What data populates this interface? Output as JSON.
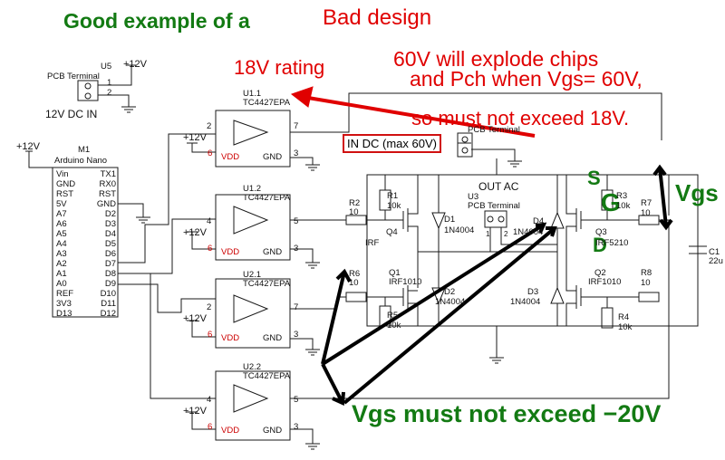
{
  "annotations": {
    "good_example": "Good example of a",
    "bad_design": "Bad design",
    "rating_18v": "18V rating",
    "explode_line1": "60V will explode chips",
    "explode_line2": "and Pch when Vgs= 60V,",
    "explode_line3": "so must not exceed 18V.",
    "in_dc_label": "IN DC (max 60V)",
    "s_label": "S",
    "g_label": "G",
    "d_label": "D",
    "vgs_right": "Vgs",
    "vgs_bottom": "Vgs must not exceed −20V"
  },
  "colors": {
    "annotation_green": "#137a13",
    "annotation_red": "#e00000",
    "warning_box": "#d01010"
  },
  "u5": {
    "ref": "U5",
    "type": "PCB Terminal",
    "pin1": "1",
    "pin2": "2",
    "supply": "+12V",
    "caption": "12V DC IN"
  },
  "m1": {
    "ref": "M1",
    "name": "Arduino Nano",
    "supply": "+12V",
    "left_pins": [
      "Vin",
      "GND",
      "RST",
      "5V",
      "A7",
      "A6",
      "A5",
      "A4",
      "A3",
      "A2",
      "A1",
      "A0",
      "REF",
      "3V3",
      "D13"
    ],
    "right_pins": [
      "TX1",
      "RX0",
      "RST",
      "GND",
      "D2",
      "D3",
      "D4",
      "D5",
      "D6",
      "D7",
      "D8",
      "D9",
      "D10",
      "D11",
      "D12"
    ]
  },
  "drivers": [
    {
      "ref": "U1.1",
      "type": "TC4427EPA",
      "in_pin": "2",
      "out_pin": "7",
      "vdd_pin": "6",
      "gnd_pin": "3",
      "vdd": "VDD",
      "gnd": "GND",
      "supply": "+12V"
    },
    {
      "ref": "U1.2",
      "type": "TC4427EPA",
      "in_pin": "4",
      "out_pin": "5",
      "vdd_pin": "6",
      "gnd_pin": "3",
      "vdd": "VDD",
      "gnd": "GND",
      "supply": "+12V"
    },
    {
      "ref": "U2.1",
      "type": "TC4427EPA",
      "in_pin": "2",
      "out_pin": "7",
      "vdd_pin": "6",
      "gnd_pin": "3",
      "vdd": "VDD",
      "gnd": "GND",
      "supply": "+12V"
    },
    {
      "ref": "U2.2",
      "type": "TC4427EPA",
      "in_pin": "4",
      "out_pin": "5",
      "vdd_pin": "6",
      "gnd_pin": "3",
      "vdd": "VDD",
      "gnd": "GND",
      "supply": "+12V"
    }
  ],
  "bridge": {
    "u4_label": "PCB Terminal",
    "out_ac": "OUT AC",
    "u3_ref": "U3",
    "u3_type": "PCB Terminal",
    "u3_pin1": "1",
    "u3_pin2": "2",
    "r1": "R1",
    "r1_val": "10k",
    "r2": "R2",
    "r2_val": "10",
    "r3": "R3",
    "r3_val": "10k",
    "r7": "R7",
    "r7_val": "10",
    "r4": "R4",
    "r4_val": "10k",
    "r5": "R5",
    "r5_val": "10k",
    "r6": "R6",
    "r6_val": "10",
    "r8": "R8",
    "r8_val": "10",
    "d1": "D1",
    "d1_type": "1N4004",
    "d2": "D2",
    "d2_type": "1N4004",
    "d3": "D3",
    "d3_type": "1N4004",
    "d4": "D4",
    "d4_type": "1N4004",
    "q1": "Q1",
    "q1_type": "IRF1010",
    "q2": "Q2",
    "q2_type": "IRF1010",
    "q3": "Q3",
    "q3_type": "IRF5210",
    "q4": "Q4",
    "q4_type": "IRF",
    "c1": "C1",
    "c1_val": "22u"
  }
}
